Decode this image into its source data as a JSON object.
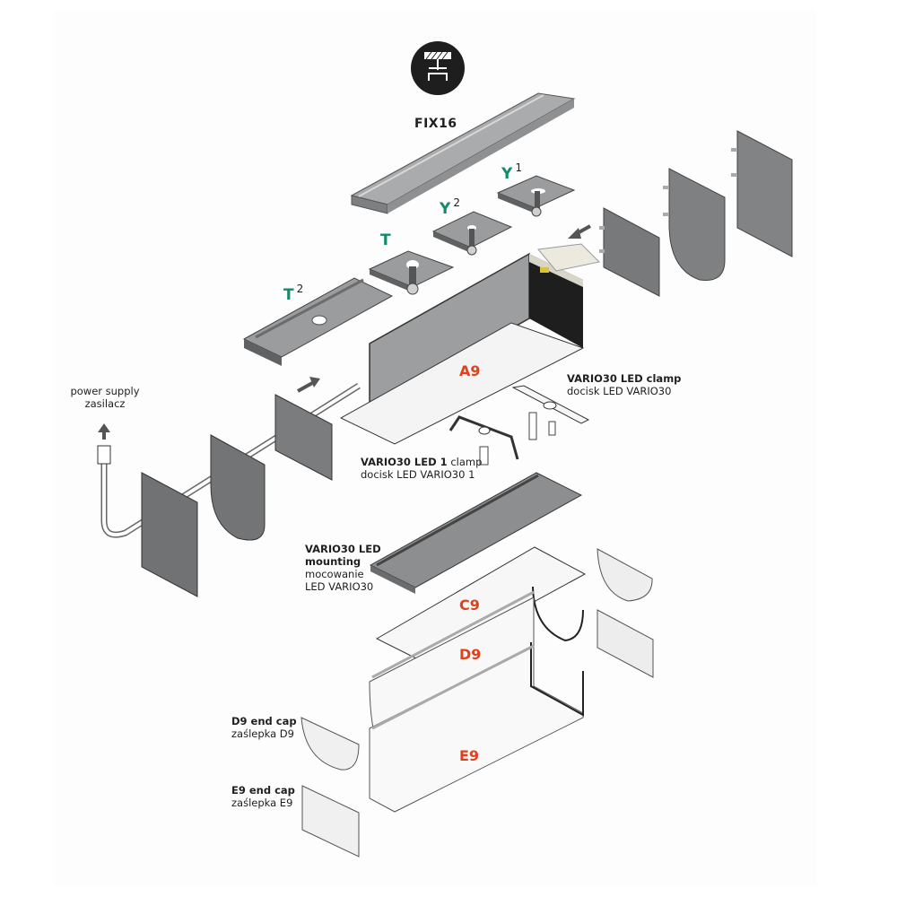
{
  "diagram": {
    "title": "FIX16",
    "mounting_icon": "ceiling-mount-icon",
    "colors": {
      "profile_code": "#e0401c",
      "mount_code": "#138a6a",
      "text": "#1f1f1f",
      "part_dark": "#6f7173",
      "part_mid": "#8f9193",
      "part_light": "#b8babc",
      "diffuser": "#f3f3f3"
    },
    "mounts": [
      {
        "code": "Y",
        "sup": "1"
      },
      {
        "code": "Y",
        "sup": "2"
      },
      {
        "code": "T",
        "sup": ""
      },
      {
        "code": "T",
        "sup": "2"
      }
    ],
    "profiles": {
      "a9": "A9",
      "c9": "C9",
      "d9": "D9",
      "e9": "E9"
    },
    "labels": {
      "power_supply_en": "power supply",
      "power_supply_pl": "zasilacz",
      "vario_clamp_en": "VARIO30 LED clamp",
      "vario_clamp_pl": "docisk LED VARIO30",
      "vario1_clamp_en_bold": "VARIO30 LED 1",
      "vario1_clamp_en_rest": " clamp",
      "vario1_clamp_pl": "docisk LED VARIO30 1",
      "mounting_en_1": "VARIO30 LED",
      "mounting_en_2": "mounting",
      "mounting_pl_1": "mocowanie",
      "mounting_pl_2": "LED VARIO30",
      "d9_cap_en": "D9 end cap",
      "d9_cap_pl": "zaślepka D9",
      "e9_cap_en": "E9 end cap",
      "e9_cap_pl": "zaślepka E9"
    }
  }
}
